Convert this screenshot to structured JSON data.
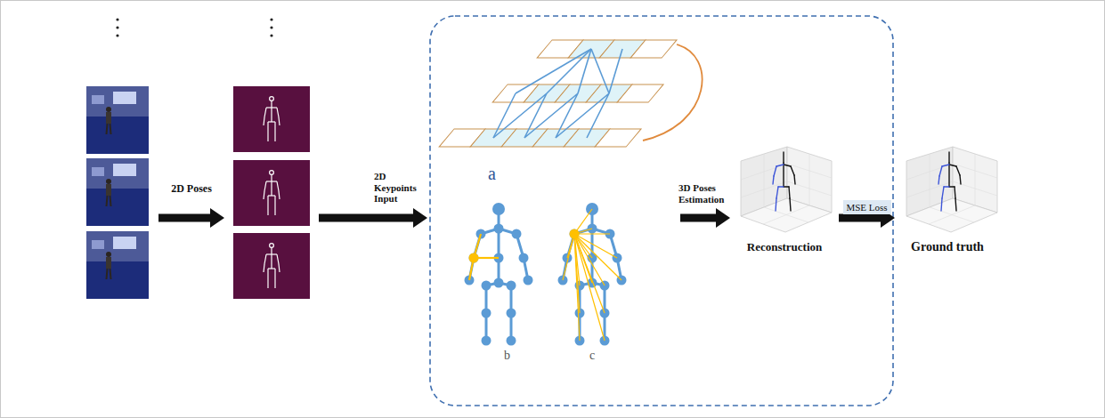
{
  "diagram": {
    "nodes": [
      {
        "text": [
          "Reconstruction"
        ]
      },
      {
        "text": [
          "Ground truth"
        ]
      }
    ],
    "edges": [
      {
        "from": 0,
        "to": 1,
        "arrow": "to",
        "label": "MSE Loss"
      }
    ],
    "labels": [
      "2D Poses",
      "2D Keypoints Input",
      "a",
      "b",
      "c",
      "3D Poses Estimation"
    ]
  }
}
